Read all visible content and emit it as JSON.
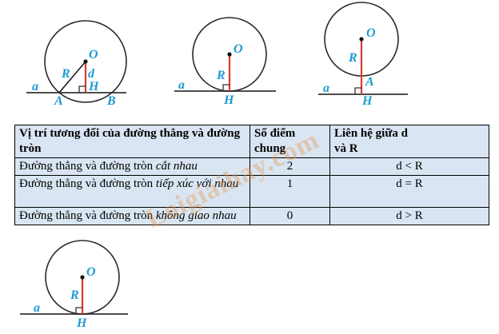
{
  "watermark": {
    "text": "Loigiaihay.com"
  },
  "colors": {
    "label": "#1e9bd0",
    "radius": "#d63c30",
    "table_bg": "#d9e5f2",
    "watermark": "#e7984c"
  },
  "diagrams": {
    "secant": {
      "a": "a",
      "O": "O",
      "R": "R",
      "d": "d",
      "H": "H",
      "A": "A",
      "B": "B"
    },
    "tangent": {
      "a": "a",
      "O": "O",
      "R": "R",
      "H": "H"
    },
    "apart": {
      "a": "a",
      "O": "O",
      "R": "R",
      "A": "A",
      "H": "H"
    },
    "tangent2": {
      "a": "a",
      "O": "O",
      "R": "R",
      "H": "H"
    }
  },
  "table": {
    "headers": {
      "col1": "Vị trí tương đối của đường thẳng và đường tròn",
      "col2": "Số điểm chung",
      "col3_line1": "Liên hệ giữa d",
      "col3_line2": "và R"
    },
    "rows": [
      {
        "text": "Đường thẳng và đường tròn ",
        "italic": "cắt nhau",
        "points": "2",
        "relation": "d < R"
      },
      {
        "text": "Đường thẳng và đường tròn ",
        "italic": "tiếp xúc với nhau",
        "points": "1",
        "relation": "d = R"
      },
      {
        "text": "Đường thẳng và đường tròn ",
        "italic": "không giao nhau",
        "points": "0",
        "relation": "d > R"
      }
    ]
  }
}
